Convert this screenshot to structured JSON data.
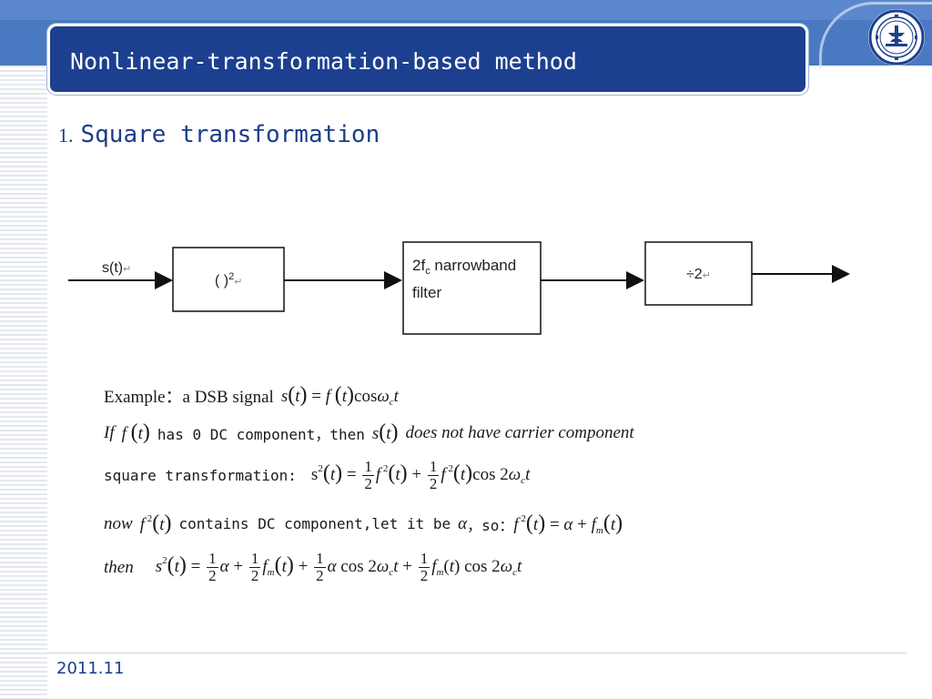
{
  "slide": {
    "title": "Nonlinear-transformation-based method",
    "section_number": "1.",
    "section_title": "Square transformation",
    "footer_date": "2011.11"
  },
  "diagram": {
    "input_label": "s(t)",
    "block1": "( )",
    "block1_exp": "2",
    "block2_line1": "2f",
    "block2_sub": "c",
    "block2_rest": " narrowband",
    "block2_line2": "filter",
    "block3": "÷2",
    "return_mark": "↵"
  },
  "lines": {
    "example": {
      "label": "Example：a  DSB signal"
    },
    "line2": {
      "if": "If",
      "mid": "has 0 DC component，then",
      "tail": "does not have carrier component"
    },
    "line3": {
      "label": "square transformation:"
    },
    "line4": {
      "now": "now",
      "mid": "contains DC component,let it be",
      "so": "，so："
    },
    "line5": {
      "then": "then"
    }
  },
  "colors": {
    "title_bg": "#1c3f8f",
    "band_blue": "#4a79c2",
    "heading_text": "#1c3c8c"
  }
}
